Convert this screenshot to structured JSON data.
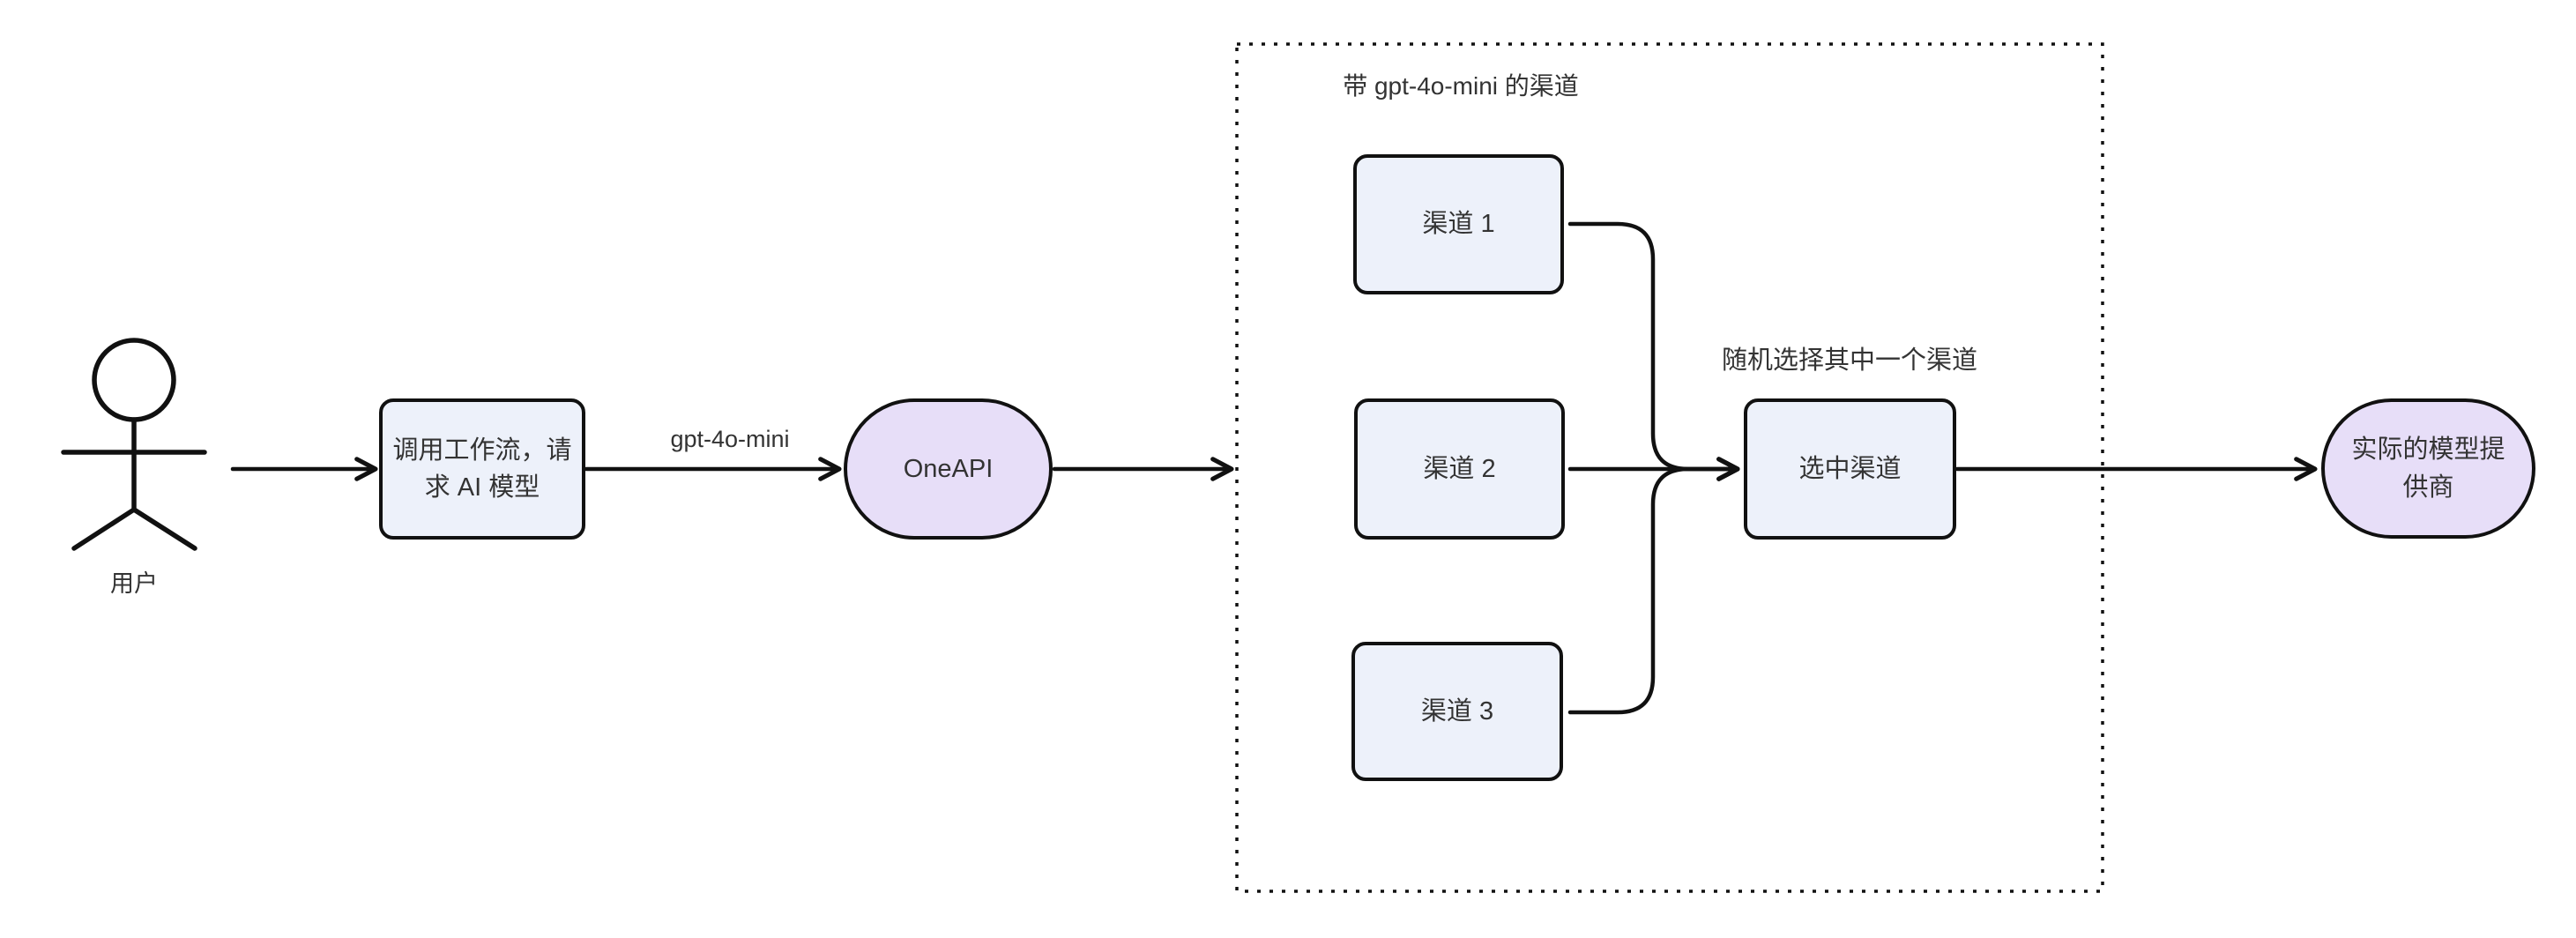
{
  "colors": {
    "background": "#ffffff",
    "node_fill": "#edf1fa",
    "stadium_fill": "#e7def8",
    "border": "#111111",
    "edge": "#111111",
    "text": "#333333"
  },
  "diagram": {
    "actor": {
      "label": "用户"
    },
    "nodes": {
      "workflow": {
        "line1": "调用工作流，请",
        "line2": "求 AI 模型"
      },
      "oneapi": {
        "label": "OneAPI"
      },
      "channel1": {
        "label": "渠道 1"
      },
      "channel2": {
        "label": "渠道 2"
      },
      "channel3": {
        "label": "渠道 3"
      },
      "selected": {
        "label": "选中渠道"
      },
      "provider": {
        "line1": "实际的模型提",
        "line2": "供商"
      }
    },
    "subgraph": {
      "title": "带 gpt-4o-mini 的渠道"
    },
    "edge_labels": {
      "model": "gpt-4o-mini",
      "random_pick": "随机选择其中一个渠道"
    }
  }
}
